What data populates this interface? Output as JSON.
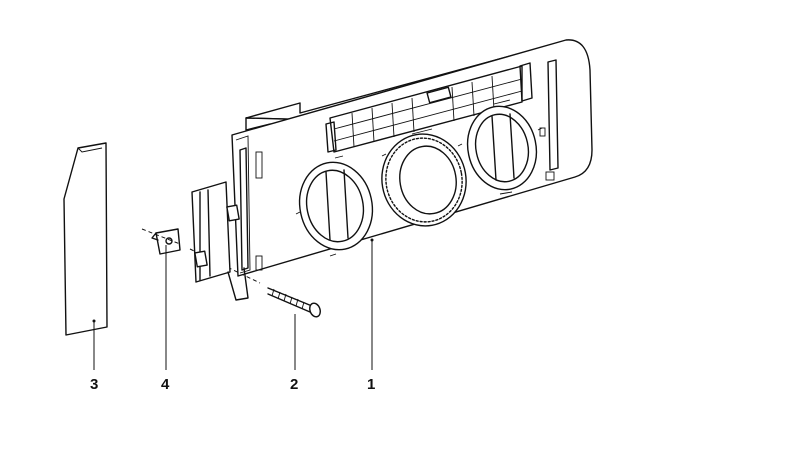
{
  "callouts": [
    {
      "id": "callout-1",
      "label": "1"
    },
    {
      "id": "callout-2",
      "label": "2"
    },
    {
      "id": "callout-3",
      "label": "3"
    },
    {
      "id": "callout-4",
      "label": "4"
    }
  ],
  "colors": {
    "line": "#111111",
    "background": "#ffffff"
  }
}
